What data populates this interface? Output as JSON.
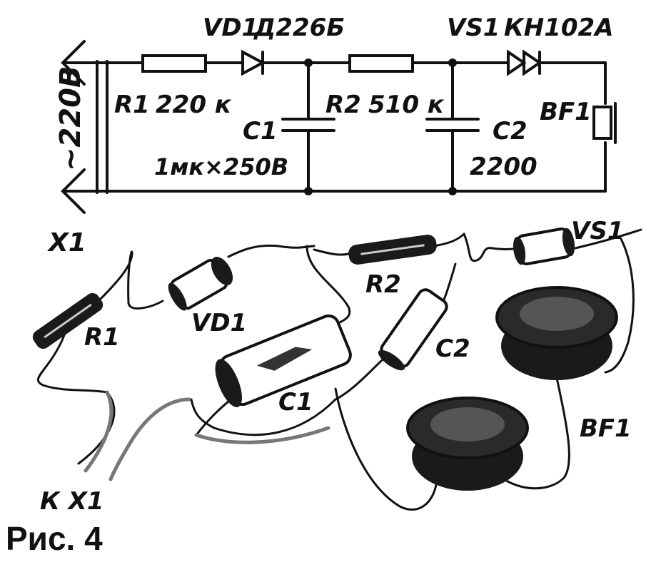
{
  "schematic": {
    "voltage": "~220В",
    "connector": "X1",
    "r1": {
      "ref": "R1",
      "value": "220 к"
    },
    "vd1": {
      "ref": "VD1",
      "part": "Д226Б"
    },
    "c1": {
      "ref": "C1",
      "value": "1мк×250В"
    },
    "r2": {
      "ref": "R2",
      "value": "510 к"
    },
    "vs1": {
      "ref": "VS1",
      "part": "КН102А"
    },
    "c2": {
      "ref": "C2",
      "value": "2200"
    },
    "bf1": {
      "ref": "BF1"
    }
  },
  "wiring": {
    "vs1": "VS1",
    "vd1": "VD1",
    "r2": "R2",
    "r1": "R1",
    "c2": "C2",
    "c1": "C1",
    "bf1": "BF1",
    "to_x1": "К Х1"
  },
  "caption": "Рис. 4"
}
